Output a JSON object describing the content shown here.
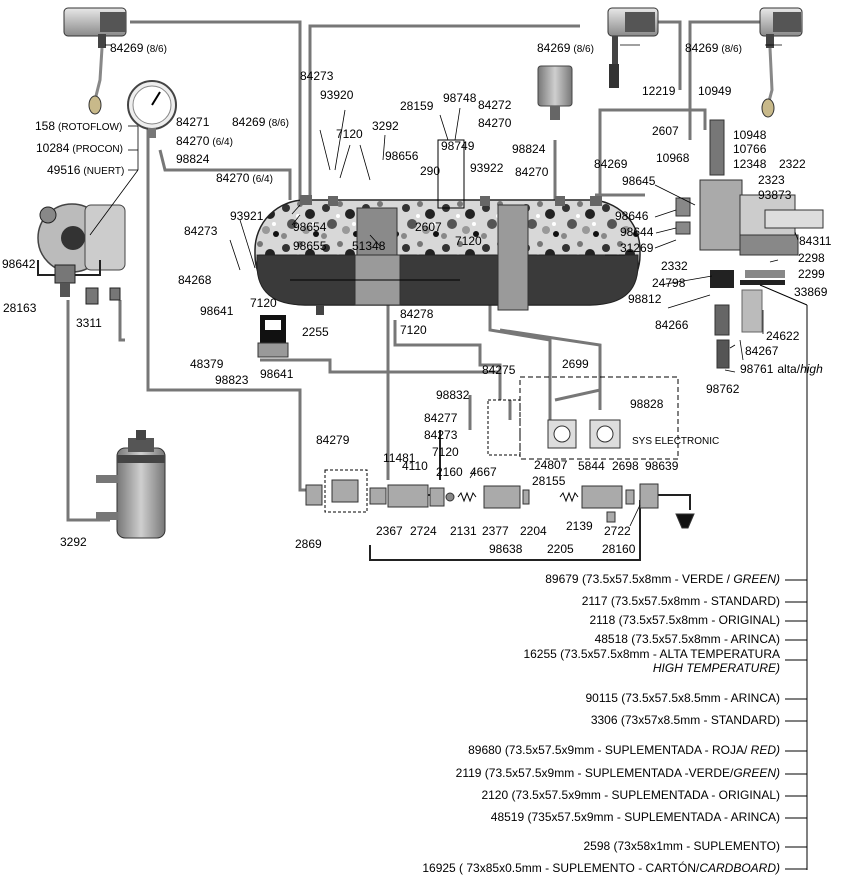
{
  "brand_badge": "SYS ELECTRONIC",
  "part_labels": {
    "p84269_a": "84269",
    "p84269_a_s": "(8/6)",
    "p84269_b": "84269",
    "p84269_b_s": "(8/6)",
    "p84269_c": "84269",
    "p84269_c_s": "(8/6)",
    "p84273_top": "84273",
    "p93920": "93920",
    "p158": "158",
    "p158_s": "(ROTOFLOW)",
    "p10284": "10284",
    "p10284_s": "(PROCON)",
    "p49516": "49516",
    "p49516_s": "(NUERT)",
    "p84271": "84271",
    "p84270_64": "84270",
    "p84270_64_s": "(6/4)",
    "p98824_l": "98824",
    "p84269_86": "84269",
    "p84269_86_s": "(8/6)",
    "p7120_top": "7120",
    "p3292_top": "3292",
    "p28159": "28159",
    "p98748": "98748",
    "p84272": "84272",
    "p84270_r": "84270",
    "p98824_r": "98824",
    "p98749": "98749",
    "p98656": "98656",
    "p290": "290",
    "p93922": "93922",
    "p84270_c": "84270",
    "p84269_r": "84269",
    "p12219": "12219",
    "p10949": "10949",
    "p2607_r": "2607",
    "p10948": "10948",
    "p10766": "10766",
    "p10968": "10968",
    "p12348": "12348",
    "p2322": "2322",
    "p2323": "2323",
    "p93873": "93873",
    "p98645": "98645",
    "p98646": "98646",
    "p98644": "98644",
    "p31269": "31269",
    "p84311": "84311",
    "p2298": "2298",
    "p2299": "2299",
    "p33869": "33869",
    "p2332": "2332",
    "p24798": "24798",
    "p84266": "84266",
    "p24622": "24622",
    "p84267": "84267",
    "p98761": "98761",
    "p98761_s": "alta/",
    "p98761_i": "high",
    "p98762": "98762",
    "p98812": "98812",
    "p84270_64b": "84270",
    "p84270_64b_s": "(6/4)",
    "p93921": "93921",
    "p84273_l": "84273",
    "p84268": "84268",
    "p98642": "98642",
    "p28163": "28163",
    "p3311": "3311",
    "p98641_a": "98641",
    "p98654": "98654",
    "p98655": "98655",
    "p51348": "51348",
    "p2607_c": "2607",
    "p7120_c": "7120",
    "p7120_l": "7120",
    "p2255": "2255",
    "p84278": "84278",
    "p7120_m": "7120",
    "p48379": "48379",
    "p98823": "98823",
    "p98641_b": "98641",
    "p84275": "84275",
    "p2699": "2699",
    "p98832": "98832",
    "p98828": "98828",
    "p84277": "84277",
    "p84273_m": "84273",
    "p7120_b": "7120",
    "p24807": "24807",
    "p84279": "84279",
    "p11481": "11481",
    "p4110": "4110",
    "p2160": "2160",
    "p4667": "4667",
    "p28155": "28155",
    "p5844": "5844",
    "p2698": "2698",
    "p98639": "98639",
    "p2367": "2367",
    "p2724": "2724",
    "p2131": "2131",
    "p2377": "2377",
    "p2204": "2204",
    "p2139": "2139",
    "p2722": "2722",
    "p98638": "98638",
    "p2205": "2205",
    "p28160": "28160",
    "p2869": "2869",
    "p3292_bot": "3292"
  },
  "gasket_list": [
    {
      "text": "89679 (73.5x57.5x8mm - VERDE / ",
      "italic": "GREEN)"
    },
    {
      "text": "2117 (73.5x57.5x8mm - STANDARD)",
      "italic": ""
    },
    {
      "text": "2118 (73.5x57.5x8mm - ORIGINAL)",
      "italic": ""
    },
    {
      "text": "48518 (73.5x57.5x8mm - ARINCA)",
      "italic": ""
    },
    {
      "text": "16255 (73.5x57.5x8mm - ALTA TEMPERATURA",
      "italic": ""
    },
    {
      "text": "",
      "italic": "HIGH TEMPERATURE)"
    },
    {
      "text": "90115 (73.5x57.5x8.5mm - ARINCA)",
      "italic": ""
    },
    {
      "text": "3306 (73x57x8.5mm - STANDARD)",
      "italic": ""
    },
    {
      "text": "89680 (73.5x57.5x9mm - SUPLEMENTADA - ROJA/ ",
      "italic": "RED)"
    },
    {
      "text": "2119 (73.5x57.5x9mm - SUPLEMENTADA -VERDE/",
      "italic": "GREEN)"
    },
    {
      "text": "2120 (73.5x57.5x9mm - SUPLEMENTADA - ORIGINAL)",
      "italic": ""
    },
    {
      "text": "48519 (735x57.5x9mm - SUPLEMENTADA - ARINCA)",
      "italic": ""
    },
    {
      "text": "2598 (73x58x1mm - SUPLEMENTO)",
      "italic": ""
    },
    {
      "text": "16925 ( 73x85x0.5mm - SUPLEMENTO - CARTÓN/",
      "italic": "CARDBOARD)"
    }
  ]
}
